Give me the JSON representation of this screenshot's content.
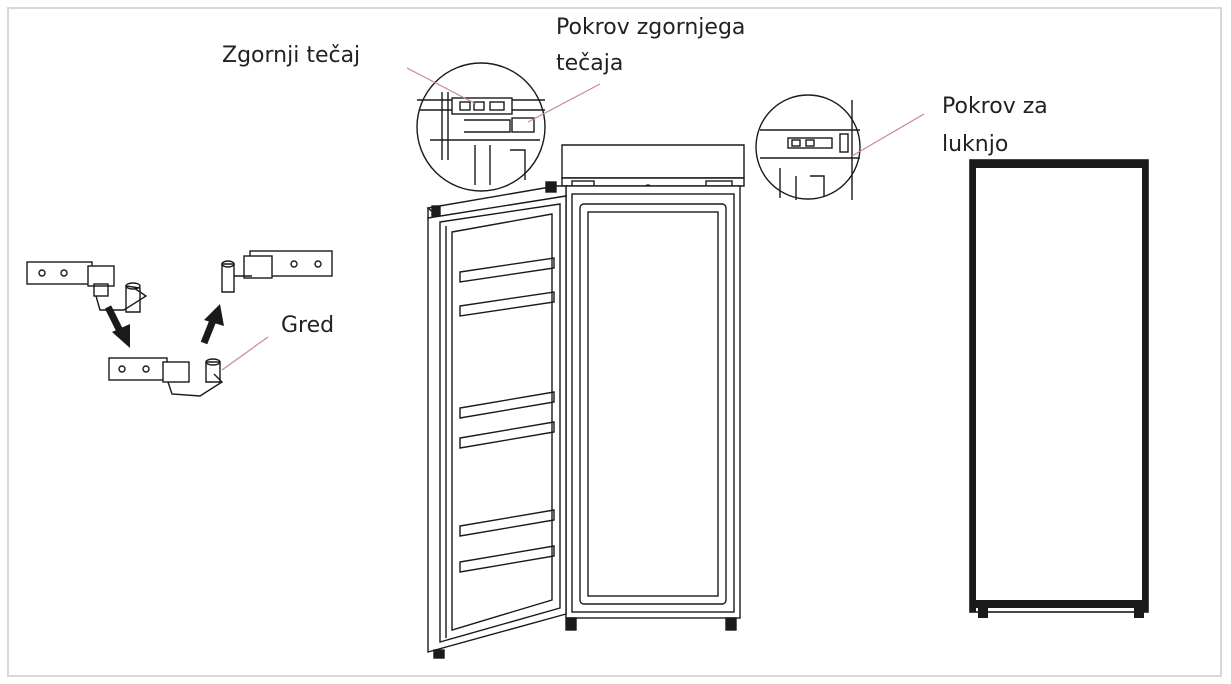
{
  "labels": {
    "upper_hinge": "Zgornji tečaj",
    "hinge_cover_line1": "Pokrov zgornjega",
    "hinge_cover_line2": "tečaja",
    "hole_cover_line1": "Pokrov za",
    "hole_cover_line2": "luknjo",
    "pin": "Gred"
  },
  "colors": {
    "line": "#1a1a1a",
    "leader": "#c98a8a",
    "border": "#d8d8d8"
  }
}
